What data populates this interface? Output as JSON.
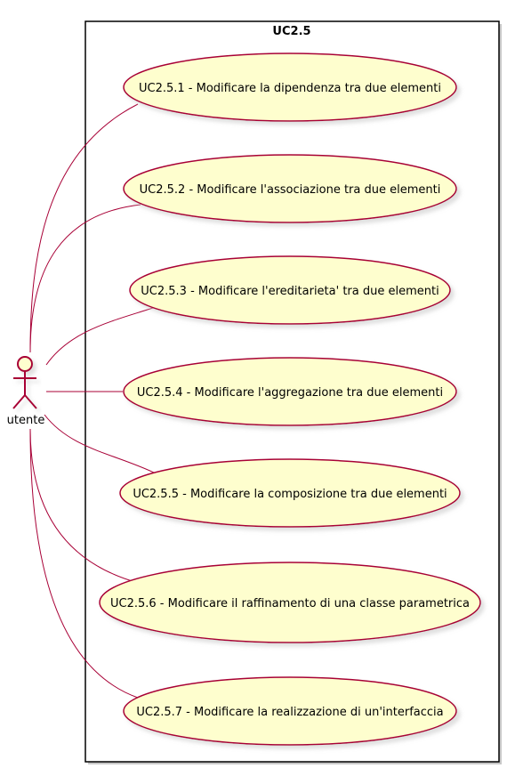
{
  "system": {
    "title": "UC2.5"
  },
  "actor": {
    "name": "utente"
  },
  "use_cases": [
    {
      "label": "UC2.5.1 - Modificare la dipendenza tra due elementi"
    },
    {
      "label": "UC2.5.2 - Modificare l'associazione tra due elementi"
    },
    {
      "label": "UC2.5.3 - Modificare l'ereditarieta' tra due elementi"
    },
    {
      "label": "UC2.5.4 - Modificare l'aggregazione tra due elementi"
    },
    {
      "label": "UC2.5.5 - Modificare la composizione tra due elementi"
    },
    {
      "label": "UC2.5.6 - Modificare il raffinamento di una classe parametrica"
    },
    {
      "label": "UC2.5.7 - Modificare la realizzazione di un'interfaccia"
    }
  ],
  "colors": {
    "usecase_fill": "#FEFECE",
    "stroke": "#A80036",
    "boundary": "#000000",
    "shadow": "#C8C8C8"
  }
}
